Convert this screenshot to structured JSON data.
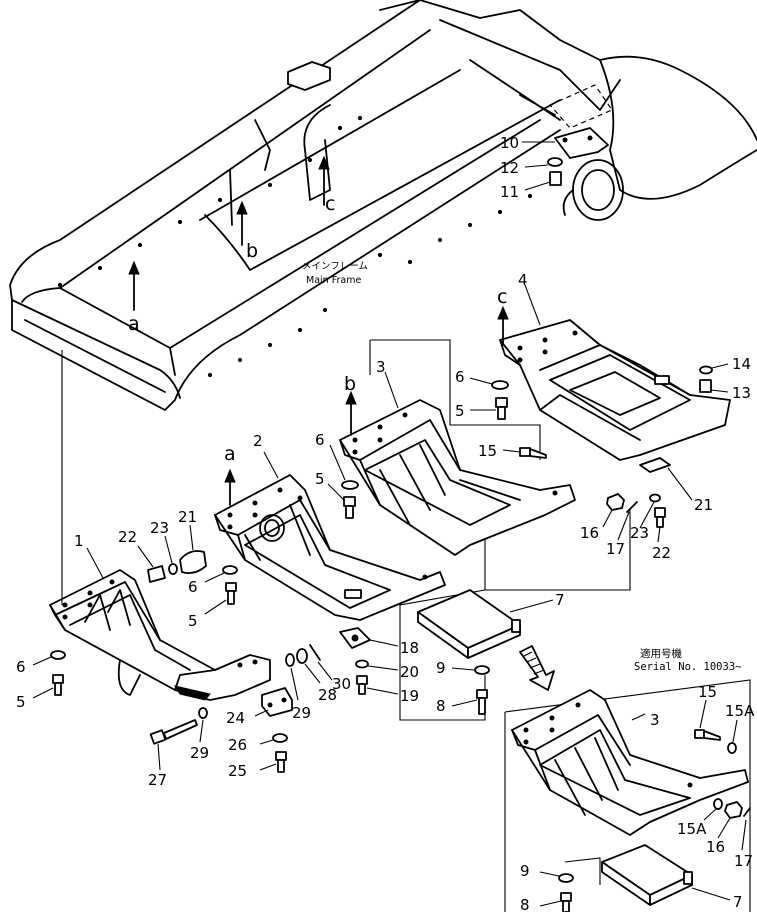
{
  "frame_label": {
    "japanese": "メインフレーム",
    "english": "Main Frame"
  },
  "serial_note": {
    "japanese": "適用号機",
    "english": "Serial  No.  10033~"
  },
  "reference_letters": {
    "a": "a",
    "b": "b",
    "c": "c"
  },
  "callouts": {
    "p1": "1",
    "p2": "2",
    "p3": "3",
    "p3_alt": "3",
    "p4": "4",
    "p5_left": "5",
    "p5_mid": "5",
    "p5_b": "5",
    "p5_c": "5",
    "p6_left": "6",
    "p6_mid": "6",
    "p6_b": "6",
    "p6_c": "6",
    "p7": "7",
    "p7_alt": "7",
    "p8": "8",
    "p8_alt": "8",
    "p9": "9",
    "p9_alt": "9",
    "p10": "10",
    "p11": "11",
    "p12": "12",
    "p13": "13",
    "p14": "14",
    "p15": "15",
    "p15_alt": "15",
    "p15a_top": "15A",
    "p15a_bottom": "15A",
    "p16": "16",
    "p16_alt": "16",
    "p17": "17",
    "p17_alt": "17",
    "p18": "18",
    "p19": "19",
    "p20": "20",
    "p21_left": "21",
    "p21_right": "21",
    "p22_left": "22",
    "p22_right": "22",
    "p23_left": "23",
    "p23_right": "23",
    "p24": "24",
    "p25": "25",
    "p26": "26",
    "p27": "27",
    "p28": "28",
    "p29_a": "29",
    "p29_b": "29",
    "p30": "30"
  }
}
